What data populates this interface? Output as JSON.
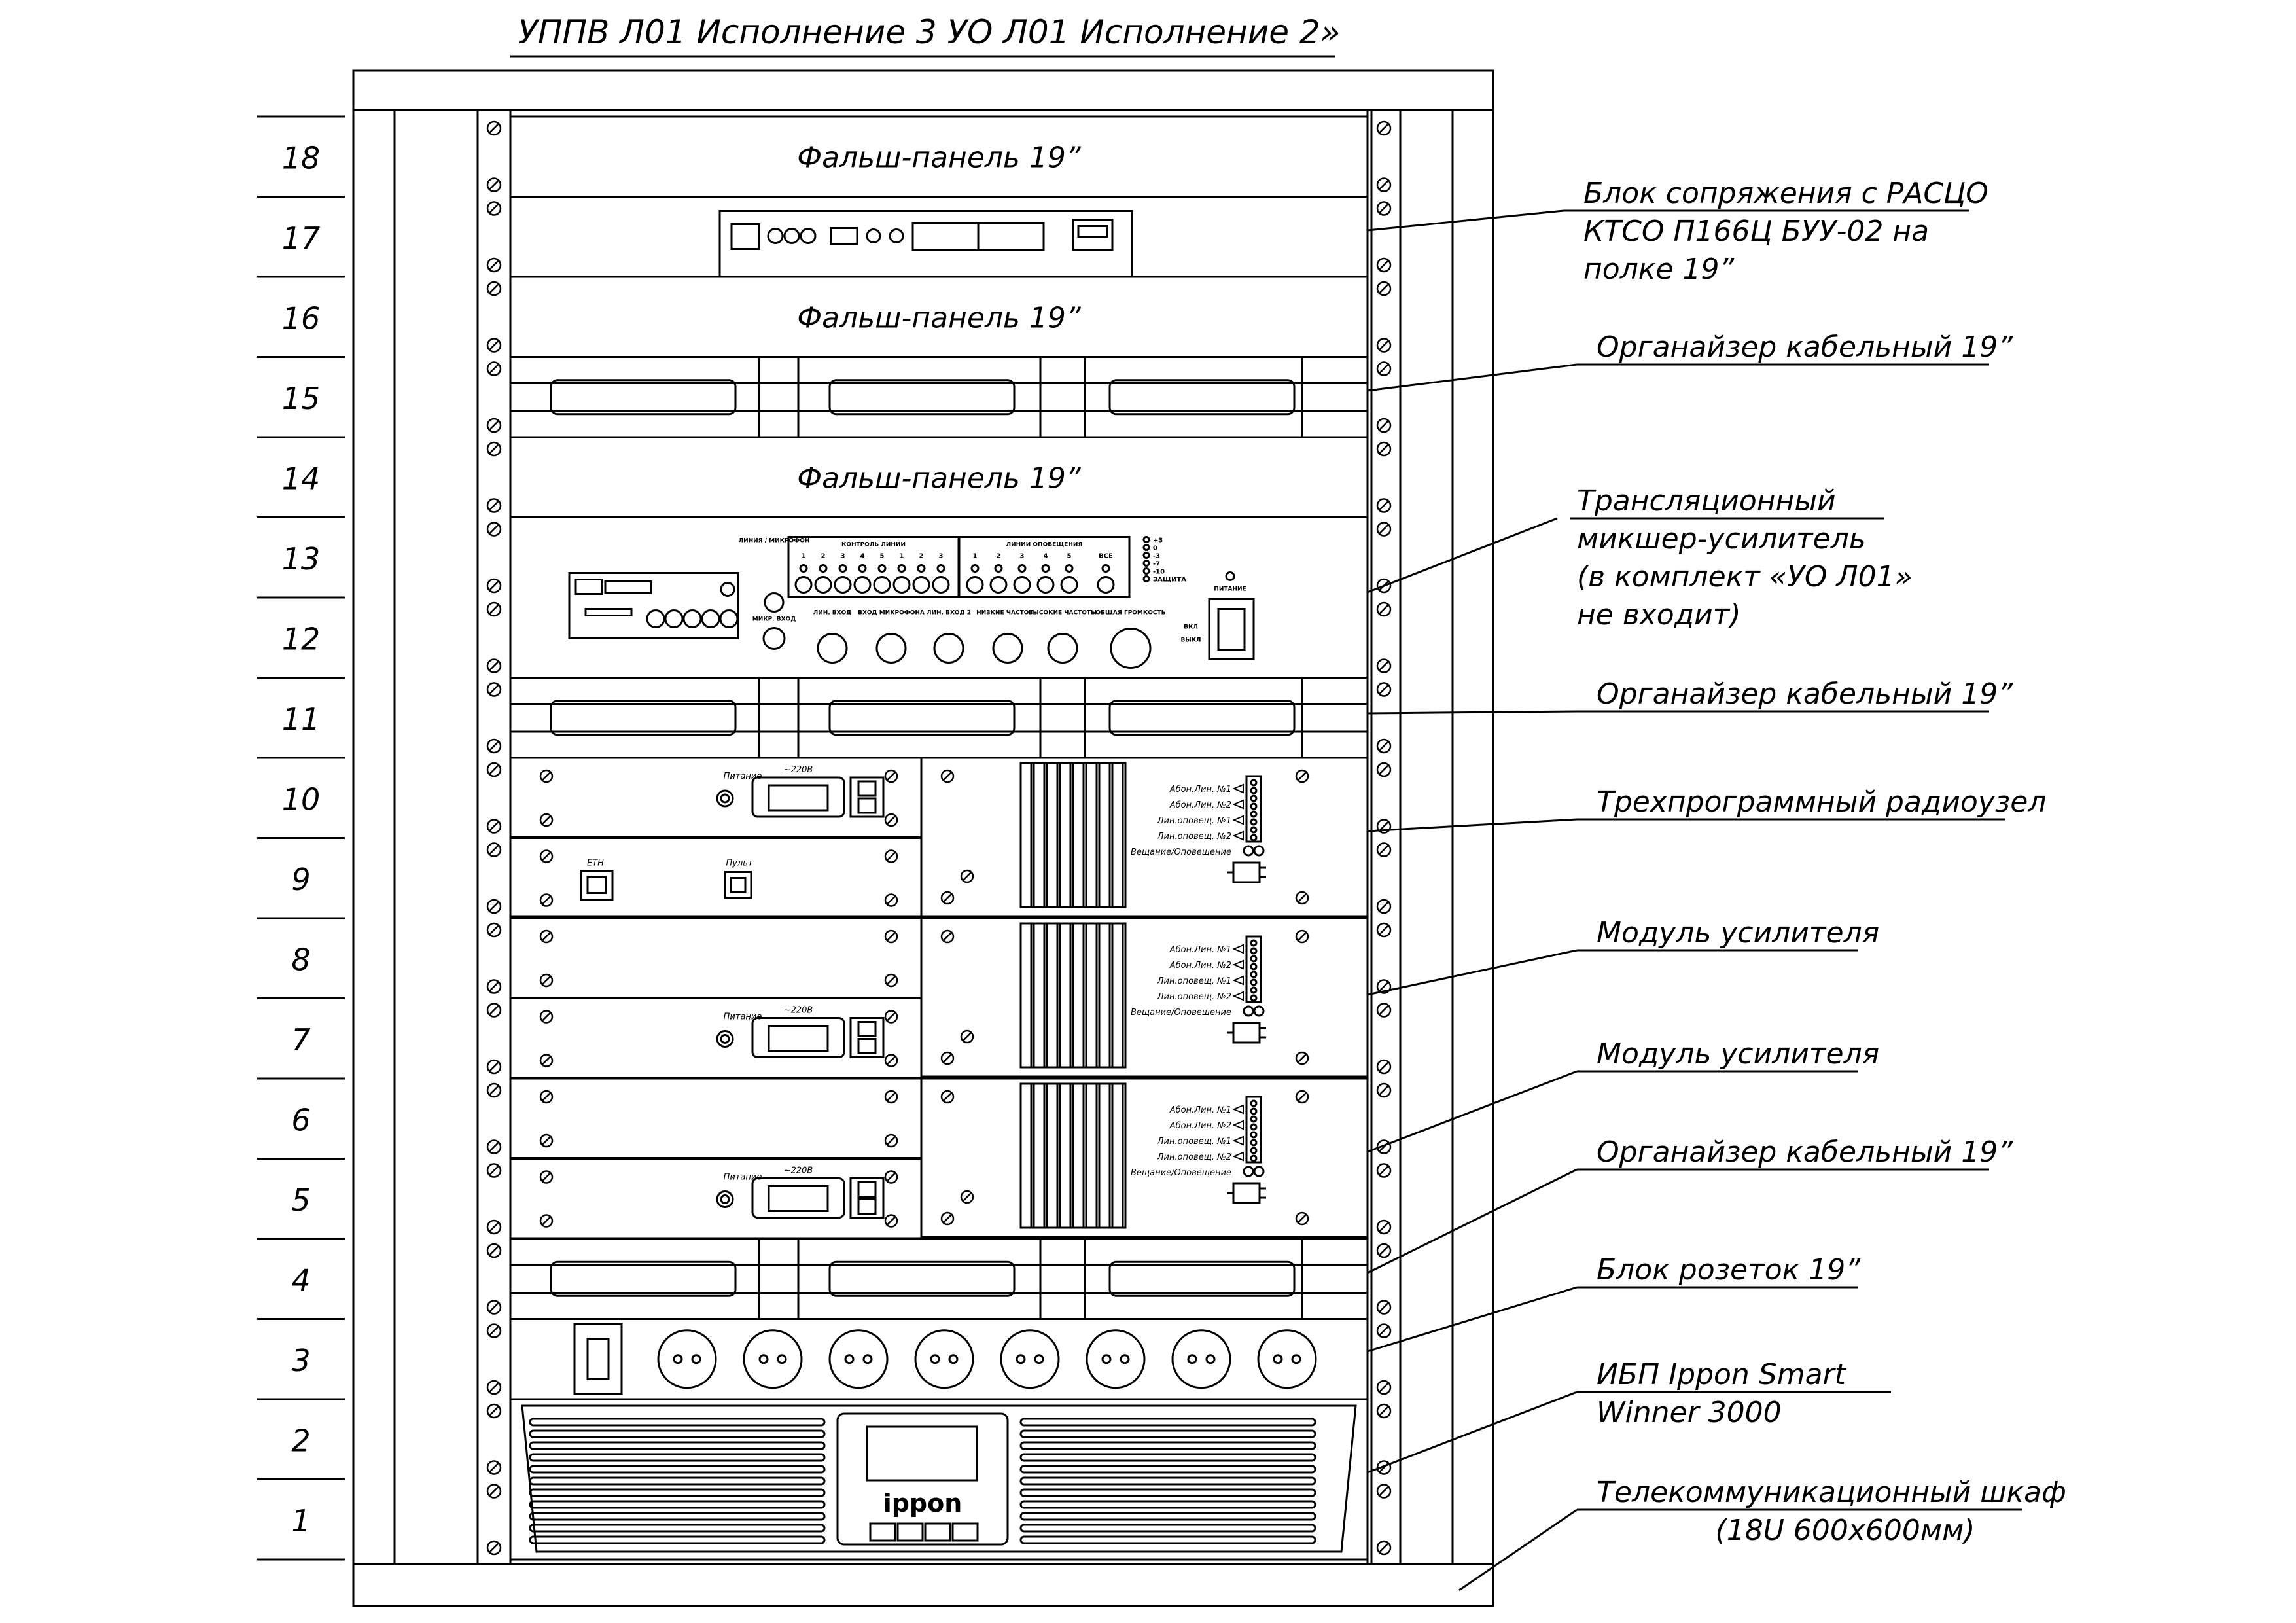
{
  "title": "УППВ Л01 Исполнение 3 УО Л01 Исполнение 2»",
  "units": [
    "18",
    "17",
    "16",
    "15",
    "14",
    "13",
    "12",
    "11",
    "10",
    "9",
    "8",
    "7",
    "6",
    "5",
    "4",
    "3",
    "2",
    "1"
  ],
  "panels": {
    "blank_label": "Фальш-панель 19”"
  },
  "mixer": {
    "lines_mic": "ЛИНИЯ / МИКРОФОН",
    "control_lines": "КОНТРОЛЬ ЛИНИИ",
    "warn_lines": "ЛИНИИ ОПОВЕЩЕНИЯ",
    "all": "ВСЕ",
    "mic_in": "МИКР. ВХОД",
    "line_in1": "ЛИН. ВХОД",
    "mic_input": "ВХОД МИКРОФОНА",
    "line_in2": "ЛИН. ВХОД 2",
    "low_freq": "НИЗКИЕ ЧАСТОТЫ",
    "high_freq": "ВЫСОКИЕ ЧАСТОТЫ",
    "volume": "ОБЩАЯ ГРОМКОСТЬ",
    "power": "ПИТАНИЕ",
    "on": "ВКЛ",
    "off": "ВЫКЛ",
    "indicators": [
      "+3",
      "0",
      "-3",
      "-7",
      "-10",
      "ЗАЩИТА"
    ],
    "channels_a": [
      "1",
      "2",
      "3",
      "4",
      "5",
      "1",
      "2",
      "3"
    ],
    "channels_b": [
      "1",
      "2",
      "3",
      "4",
      "5"
    ]
  },
  "radio": {
    "power": "Питание",
    "voltage": "~220В",
    "eth": "ETH",
    "pult": "Пульт",
    "outputs": [
      "Абон.Лин. №1",
      "Абон.Лин. №2",
      "Лин.оповещ. №1",
      "Лин.оповещ. №2",
      "Вещание/Оповещение"
    ]
  },
  "ups": {
    "brand": "ippon"
  },
  "callouts": [
    {
      "lines": [
        "Блок сопряжения с РАСЦО",
        "КТСО П166Ц БУУ-02 на",
        "полке 19”"
      ]
    },
    {
      "lines": [
        "Органайзер кабельный 19”"
      ]
    },
    {
      "lines": [
        "Трансляционный",
        "микшер-усилитель",
        "(в комплект «УО Л01»",
        "не входит)"
      ]
    },
    {
      "lines": [
        "Органайзер кабельный 19”"
      ]
    },
    {
      "lines": [
        "Трехпрограммный радиоузел"
      ]
    },
    {
      "lines": [
        "Модуль усилителя"
      ]
    },
    {
      "lines": [
        "Модуль усилителя"
      ]
    },
    {
      "lines": [
        "Органайзер кабельный 19”"
      ]
    },
    {
      "lines": [
        "Блок розеток 19”"
      ]
    },
    {
      "lines": [
        "ИБП Ippon Smart",
        "Winner 3000"
      ]
    },
    {
      "lines": [
        "Телекоммуникационный шкаф",
        "(18U 600х600мм)"
      ]
    }
  ]
}
